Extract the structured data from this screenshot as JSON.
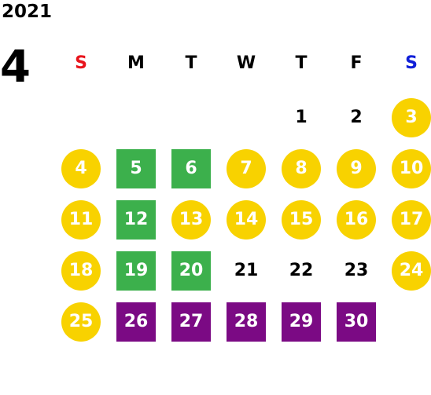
{
  "year": "2021",
  "month": "4",
  "weekdays": [
    {
      "label": "S",
      "color": "#e8141c"
    },
    {
      "label": "M",
      "color": "#000000"
    },
    {
      "label": "T",
      "color": "#000000"
    },
    {
      "label": "W",
      "color": "#000000"
    },
    {
      "label": "T",
      "color": "#000000"
    },
    {
      "label": "F",
      "color": "#000000"
    },
    {
      "label": "S",
      "color": "#1020d8"
    }
  ],
  "days": [
    {
      "label": "1",
      "style": "plain"
    },
    {
      "label": "2",
      "style": "plain"
    },
    {
      "label": "3",
      "style": "yellow"
    },
    {
      "label": "4",
      "style": "yellow"
    },
    {
      "label": "5",
      "style": "green"
    },
    {
      "label": "6",
      "style": "green"
    },
    {
      "label": "7",
      "style": "yellow"
    },
    {
      "label": "8",
      "style": "yellow"
    },
    {
      "label": "9",
      "style": "yellow"
    },
    {
      "label": "10",
      "style": "yellow"
    },
    {
      "label": "11",
      "style": "yellow"
    },
    {
      "label": "12",
      "style": "green"
    },
    {
      "label": "13",
      "style": "yellow"
    },
    {
      "label": "14",
      "style": "yellow"
    },
    {
      "label": "15",
      "style": "yellow"
    },
    {
      "label": "16",
      "style": "yellow"
    },
    {
      "label": "17",
      "style": "yellow"
    },
    {
      "label": "18",
      "style": "yellow"
    },
    {
      "label": "19",
      "style": "green"
    },
    {
      "label": "20",
      "style": "green"
    },
    {
      "label": "21",
      "style": "plain"
    },
    {
      "label": "22",
      "style": "plain"
    },
    {
      "label": "23",
      "style": "plain"
    },
    {
      "label": "24",
      "style": "yellow"
    },
    {
      "label": "25",
      "style": "yellow"
    },
    {
      "label": "26",
      "style": "purple"
    },
    {
      "label": "27",
      "style": "purple"
    },
    {
      "label": "28",
      "style": "purple"
    },
    {
      "label": "29",
      "style": "purple"
    },
    {
      "label": "30",
      "style": "purple"
    }
  ],
  "colors": {
    "yellow": "#f8d200",
    "green": "#3cb04c",
    "purple": "#7b0a84"
  }
}
